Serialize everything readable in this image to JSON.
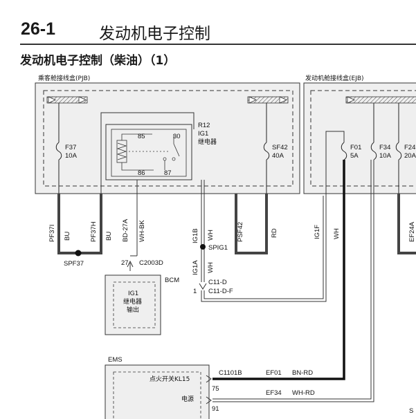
{
  "header": {
    "section_number": "26-1",
    "section_title": "发动机电子控制"
  },
  "subtitle": "发动机电子控制（柴油）（1）",
  "boxes": {
    "pjb": "乘客舱接线盒(PJB)",
    "ejb": "发动机舱接线盒(EJB)",
    "bcm": "BCM",
    "ems": "EMS"
  },
  "fuses": {
    "f37": {
      "name": "F37",
      "rating": "10A"
    },
    "sf42": {
      "name": "SF42",
      "rating": "40A"
    },
    "f01": {
      "name": "F01",
      "rating": "5A"
    },
    "f34": {
      "name": "F34",
      "rating": "10A"
    },
    "f24": {
      "name": "F24",
      "rating": "20A"
    }
  },
  "relay": {
    "id": "R12",
    "name": "IG1",
    "kind": "继电器",
    "pins": [
      "85",
      "86",
      "30",
      "87"
    ]
  },
  "wires": {
    "pf37i": "PF37I",
    "bu1": "BU",
    "pf37h": "PF37H",
    "bu2": "BU",
    "bd27a": "BD-27A",
    "whbk": "WH-BK",
    "ig1b": "IG1B",
    "wh1": "WH",
    "ig1a": "IG1A",
    "wh2": "WH",
    "psf42": "PSF42",
    "rd": "RD",
    "ig1f": "IG1F",
    "wh3": "WH",
    "ef24a": "EF24A"
  },
  "splices": {
    "spf37": "SPF37",
    "spig1": "SPIG1"
  },
  "connectors": {
    "c2003d_pin": "27",
    "c2003d": "C2003D",
    "c11d": "C11-D",
    "c11df_pin": "1",
    "c11df": "C11-D-F",
    "c1101b": "C1101B",
    "pin75": "75",
    "pin91": "91"
  },
  "bcm_function": [
    "IG1",
    "继电器",
    "输出"
  ],
  "ems_signals": {
    "kl15": "点火开关KL15",
    "power": "电源",
    "ef01": "EF01",
    "bnrd": "BN-RD",
    "ef34": "EF34",
    "whrd": "WH-RD"
  },
  "page_edge_letter": "S",
  "colors": {
    "line": "#222222",
    "box_fill": "#efefef",
    "page_bg": "#ffffff"
  }
}
